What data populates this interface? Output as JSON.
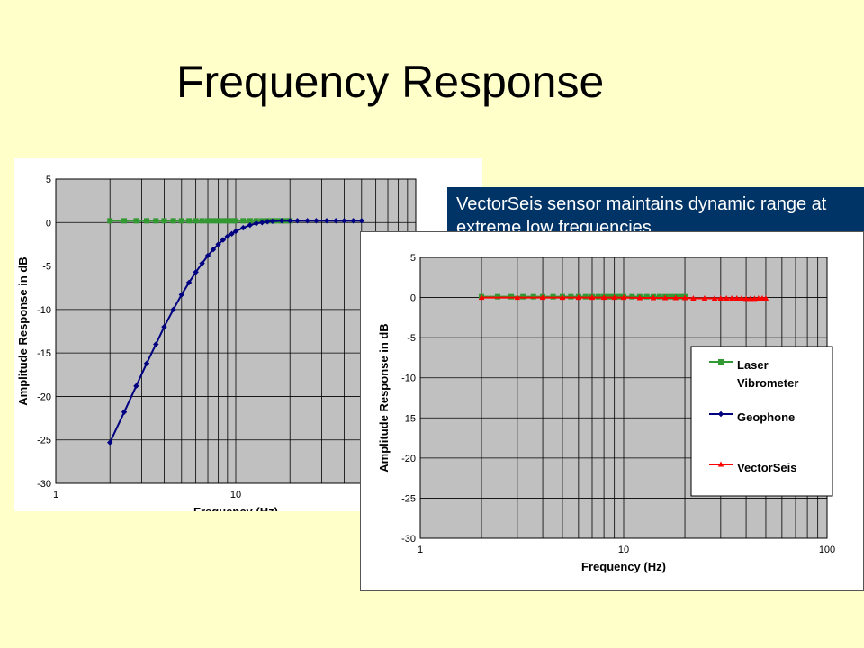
{
  "slide": {
    "title": "Frequency Response",
    "callout": "VectorSeis sensor maintains dynamic range at extreme low frequencies"
  },
  "colors": {
    "background": "#ffffc9",
    "plot_area": "#c0c0c0",
    "laser": "#339933",
    "geophone": "#000080",
    "vectorseis": "#ff0000",
    "callout_bg": "#003366"
  },
  "chart_data": [
    {
      "type": "line",
      "xlabel": "Frequency  (Hz)",
      "ylabel": "Amplitude Response  in dB",
      "xscale": "log",
      "xlim": [
        1,
        100
      ],
      "ylim": [
        -30,
        5
      ],
      "x_tick_labels": [
        "1",
        "10"
      ],
      "y_tick_labels": [
        "5",
        "0",
        "-5",
        "-10",
        "-15",
        "-20",
        "-25",
        "-30"
      ],
      "grid": true,
      "series": [
        {
          "key": "laser",
          "marker": "square",
          "points": [
            [
              2,
              0.2
            ],
            [
              2.4,
              0.2
            ],
            [
              2.8,
              0.2
            ],
            [
              3.2,
              0.2
            ],
            [
              3.6,
              0.2
            ],
            [
              4,
              0.2
            ],
            [
              4.5,
              0.2
            ],
            [
              5,
              0.2
            ],
            [
              5.5,
              0.2
            ],
            [
              6,
              0.2
            ],
            [
              6.5,
              0.2
            ],
            [
              7,
              0.2
            ],
            [
              7.5,
              0.2
            ],
            [
              8,
              0.2
            ],
            [
              8.5,
              0.2
            ],
            [
              9,
              0.2
            ],
            [
              9.5,
              0.2
            ],
            [
              10,
              0.2
            ],
            [
              11,
              0.2
            ],
            [
              12,
              0.2
            ],
            [
              13,
              0.2
            ],
            [
              14,
              0.2
            ],
            [
              15,
              0.2
            ],
            [
              16,
              0.2
            ],
            [
              17,
              0.2
            ],
            [
              18,
              0.2
            ],
            [
              19,
              0.2
            ],
            [
              20,
              0.2
            ]
          ]
        },
        {
          "key": "geophone",
          "marker": "diamond",
          "points": [
            [
              2,
              -25.3
            ],
            [
              2.4,
              -21.8
            ],
            [
              2.8,
              -18.8
            ],
            [
              3.2,
              -16.2
            ],
            [
              3.6,
              -14.0
            ],
            [
              4,
              -12.0
            ],
            [
              4.5,
              -10.0
            ],
            [
              5,
              -8.3
            ],
            [
              5.5,
              -6.9
            ],
            [
              6,
              -5.7
            ],
            [
              6.5,
              -4.7
            ],
            [
              7,
              -3.8
            ],
            [
              7.5,
              -3.1
            ],
            [
              8,
              -2.5
            ],
            [
              8.5,
              -2.0
            ],
            [
              9,
              -1.6
            ],
            [
              9.5,
              -1.3
            ],
            [
              10,
              -1.0
            ],
            [
              11,
              -0.6
            ],
            [
              12,
              -0.3
            ],
            [
              13,
              -0.1
            ],
            [
              14,
              0.0
            ],
            [
              15,
              0.1
            ],
            [
              16,
              0.15
            ],
            [
              18,
              0.2
            ],
            [
              20,
              0.2
            ],
            [
              22,
              0.2
            ],
            [
              25,
              0.2
            ],
            [
              28,
              0.2
            ],
            [
              32,
              0.2
            ],
            [
              36,
              0.2
            ],
            [
              40,
              0.2
            ],
            [
              45,
              0.2
            ],
            [
              50,
              0.2
            ]
          ]
        }
      ]
    },
    {
      "type": "line",
      "xlabel": "Frequency  (Hz)",
      "ylabel": "Amplitude Response  in dB",
      "xscale": "log",
      "xlim": [
        1,
        100
      ],
      "ylim": [
        -30,
        5
      ],
      "x_tick_labels": [
        "1",
        "10",
        "100"
      ],
      "y_tick_labels": [
        "5",
        "0",
        "-5",
        "-10",
        "-15",
        "-20",
        "-25",
        "-30"
      ],
      "grid": true,
      "legend": {
        "placement": "right",
        "entries": [
          {
            "key": "laser",
            "label_lines": [
              "Laser",
              "Vibrometer"
            ]
          },
          {
            "key": "geophone",
            "label_lines": [
              "Geophone"
            ]
          },
          {
            "key": "vectorseis",
            "label_lines": [
              "VectorSeis"
            ]
          }
        ]
      },
      "series": [
        {
          "key": "laser",
          "marker": "square",
          "points": [
            [
              2,
              0.1
            ],
            [
              2.4,
              0.1
            ],
            [
              2.8,
              0.1
            ],
            [
              3.2,
              0.1
            ],
            [
              3.6,
              0.1
            ],
            [
              4,
              0.1
            ],
            [
              4.5,
              0.1
            ],
            [
              5,
              0.1
            ],
            [
              5.5,
              0.1
            ],
            [
              6,
              0.1
            ],
            [
              6.5,
              0.1
            ],
            [
              7,
              0.1
            ],
            [
              7.5,
              0.1
            ],
            [
              8,
              0.1
            ],
            [
              8.5,
              0.1
            ],
            [
              9,
              0.1
            ],
            [
              9.5,
              0.1
            ],
            [
              10,
              0.1
            ],
            [
              11,
              0.1
            ],
            [
              12,
              0.1
            ],
            [
              13,
              0.1
            ],
            [
              14,
              0.1
            ],
            [
              15,
              0.1
            ],
            [
              16,
              0.1
            ],
            [
              17,
              0.1
            ],
            [
              18,
              0.1
            ],
            [
              19,
              0.1
            ],
            [
              20,
              0.1
            ]
          ]
        },
        {
          "key": "vectorseis",
          "marker": "triangle",
          "points": [
            [
              2,
              0.0
            ],
            [
              3,
              0.0
            ],
            [
              4,
              0.0
            ],
            [
              5,
              0.0
            ],
            [
              6,
              0.0
            ],
            [
              7,
              0.0
            ],
            [
              8,
              0.0
            ],
            [
              9,
              0.0
            ],
            [
              10,
              0.0
            ],
            [
              12,
              -0.05
            ],
            [
              14,
              -0.05
            ],
            [
              16,
              -0.05
            ],
            [
              18,
              -0.05
            ],
            [
              20,
              -0.05
            ],
            [
              22,
              -0.1
            ],
            [
              25,
              -0.1
            ],
            [
              28,
              -0.1
            ],
            [
              30,
              -0.1
            ],
            [
              32,
              -0.1
            ],
            [
              34,
              -0.1
            ],
            [
              36,
              -0.1
            ],
            [
              38,
              -0.1
            ],
            [
              40,
              -0.15
            ],
            [
              42,
              -0.15
            ],
            [
              44,
              -0.15
            ],
            [
              46,
              -0.1
            ],
            [
              48,
              -0.1
            ],
            [
              50,
              -0.1
            ]
          ]
        }
      ]
    }
  ]
}
